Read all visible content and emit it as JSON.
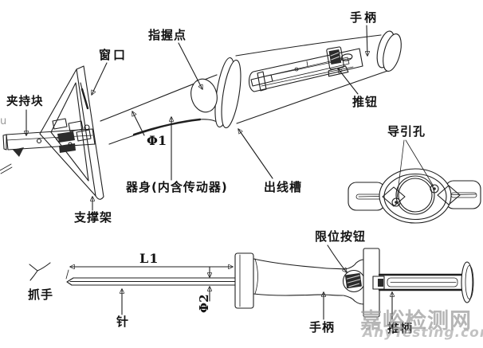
{
  "diagram": {
    "views": [
      "isometric-device-view",
      "end-cross-section-view",
      "side-needle-view"
    ],
    "colors": {
      "background": "#ffffff",
      "line": "#1f1f1f",
      "watermark": "#a8a8a8"
    }
  },
  "labels": {
    "handle_top": "手柄",
    "grip_point": "指握点",
    "window": "窗口",
    "clamp_block": "夹持块",
    "dia_1": "Φ1",
    "body": "器身(内含传动器)",
    "outlet_slot": "出线槽",
    "support_frame": "支撑架",
    "push_button": "推钮",
    "guide_hole": "导引孔",
    "limit_button": "限位按钮",
    "grab_handle": "抓手",
    "length_1": "L1",
    "needle": "针",
    "dia_2": "Φ2",
    "handle_bottom": "手柄",
    "push_handle": "推柄"
  },
  "watermark": {
    "site_cn": "嘉峪检测网",
    "site_en": "AnyTesting.com"
  },
  "artifact": {
    "left_edge": "u"
  }
}
